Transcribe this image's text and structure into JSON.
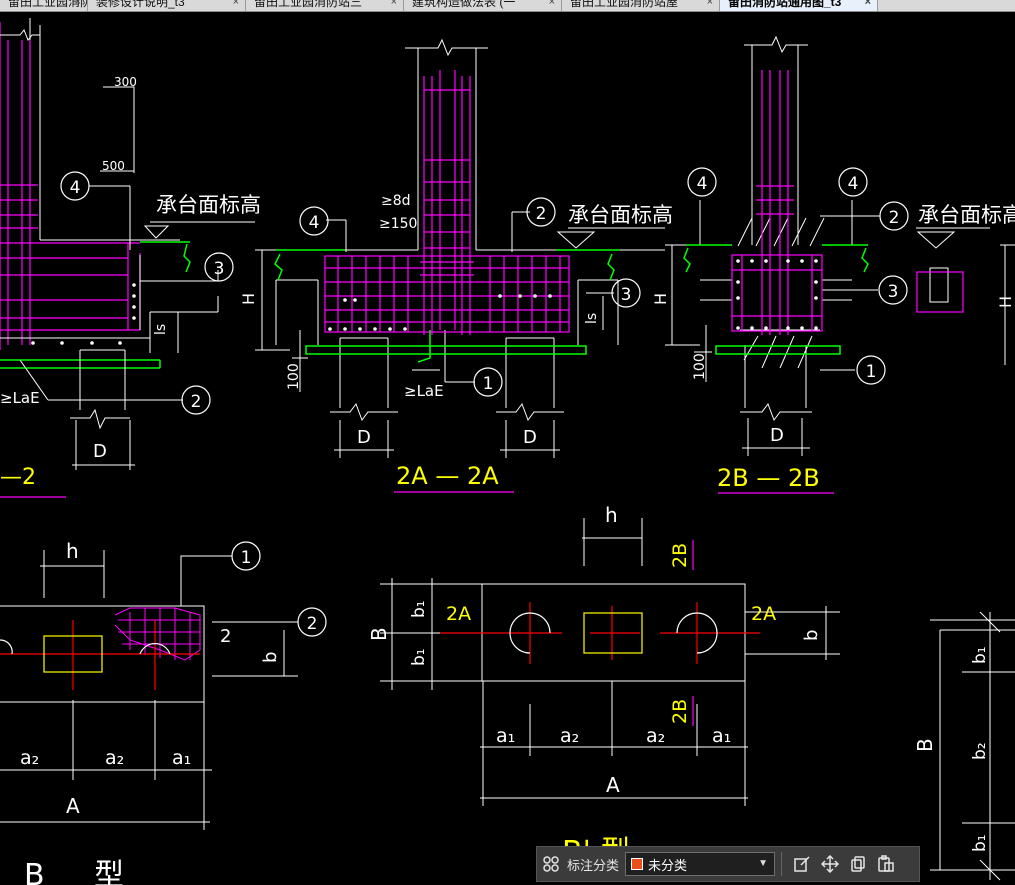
{
  "tabs": [
    {
      "label": "留田工业园消防站三",
      "active": false
    },
    {
      "label": "装修设计说明_t3",
      "active": false
    },
    {
      "label": "留田工业园消防站三",
      "active": false
    },
    {
      "label": "建筑构造做法表 (一",
      "active": false
    },
    {
      "label": "留田工业园消防站屋",
      "active": false
    },
    {
      "label": "留田消防站通用图_t3",
      "active": true
    }
  ],
  "drawing": {
    "cap_elevation": "承台面标高",
    "dim_300": "300",
    "dim_500": "500",
    "dim_8d": "≥8d",
    "dim_150": "≥150",
    "dim_100": "100",
    "lae": "≥LaE",
    "lae_short": "≥LaE",
    "H": "H",
    "D": "D",
    "ls": "ls",
    "h": "h",
    "b": "b",
    "B": "B",
    "A": "A",
    "a1": "a₁",
    "a2": "a₂",
    "b1": "b₁",
    "b2": "b₂",
    "sec2": "2",
    "sec2A": "2A",
    "sec2B": "2B",
    "section_2A": "2A — 2A",
    "section_2B": "2B — 2B",
    "section_2_partial": "—2",
    "type_B": "B",
    "type_xing": "型",
    "type_B_prime": "B' 型",
    "circ1": "1",
    "circ2": "2",
    "circ3": "3",
    "circ4": "4"
  },
  "toolbar": {
    "label": "标注分类",
    "select_value": "未分类",
    "swatch_color": "#e8501b",
    "icons": [
      "grid-icon",
      "edit-icon",
      "move-icon",
      "copy-icon",
      "paste-icon"
    ]
  },
  "colors": {
    "magenta": "#ff00ff",
    "white": "#ffffff",
    "green": "#00ff00",
    "yellow": "#ffff00",
    "red": "#ff0000"
  }
}
